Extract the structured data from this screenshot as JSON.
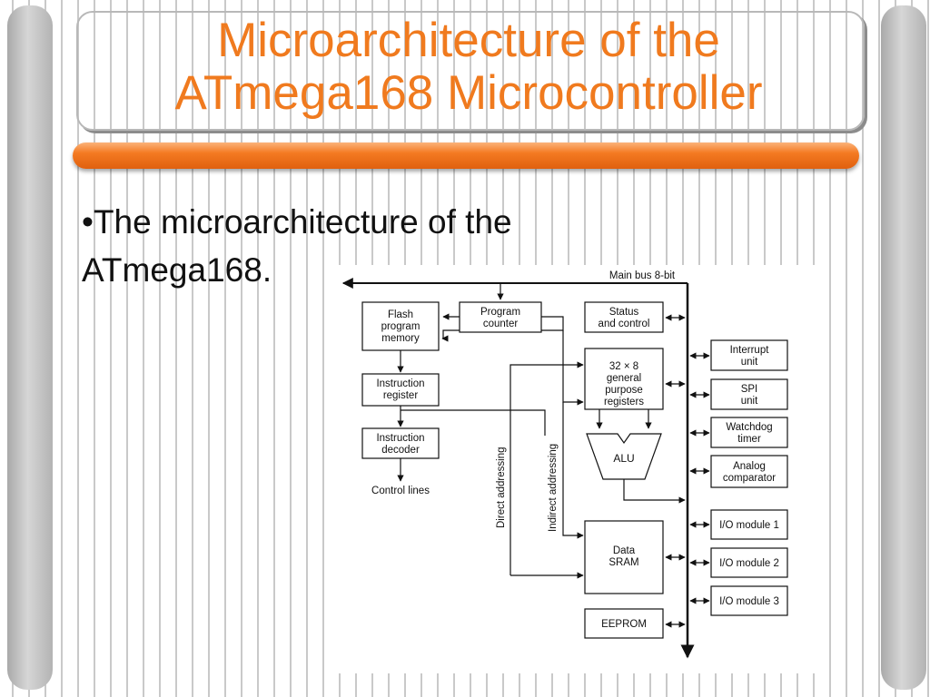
{
  "slide": {
    "title_line1": "Microarchitecture of the",
    "title_line2": "ATmega168 Microcontroller",
    "bullet_line1": "•The microarchitecture of the",
    "bullet_line2": "ATmega168."
  },
  "diagram": {
    "main_bus_label": "Main bus 8-bit",
    "flash_memory": [
      "Flash",
      "program",
      "memory"
    ],
    "program_counter": [
      "Program",
      "counter"
    ],
    "status_control": [
      "Status",
      "and control"
    ],
    "instruction_register": [
      "Instruction",
      "register"
    ],
    "instruction_decoder": [
      "Instruction",
      "decoder"
    ],
    "control_lines": "Control lines",
    "registers": [
      "32 × 8",
      "general",
      "purpose",
      "registers"
    ],
    "alu": "ALU",
    "direct_addressing": "Direct addressing",
    "indirect_addressing": "Indirect addressing",
    "data_sram": [
      "Data",
      "SRAM"
    ],
    "eeprom": "EEPROM",
    "interrupt_unit": [
      "Interrupt",
      "unit"
    ],
    "spi_unit": [
      "SPI",
      "unit"
    ],
    "watchdog_timer": [
      "Watchdog",
      "timer"
    ],
    "analog_comparator": [
      "Analog",
      "comparator"
    ],
    "io_module_1": "I/O module 1",
    "io_module_2": "I/O module 2",
    "io_module_3": "I/O module 3"
  }
}
